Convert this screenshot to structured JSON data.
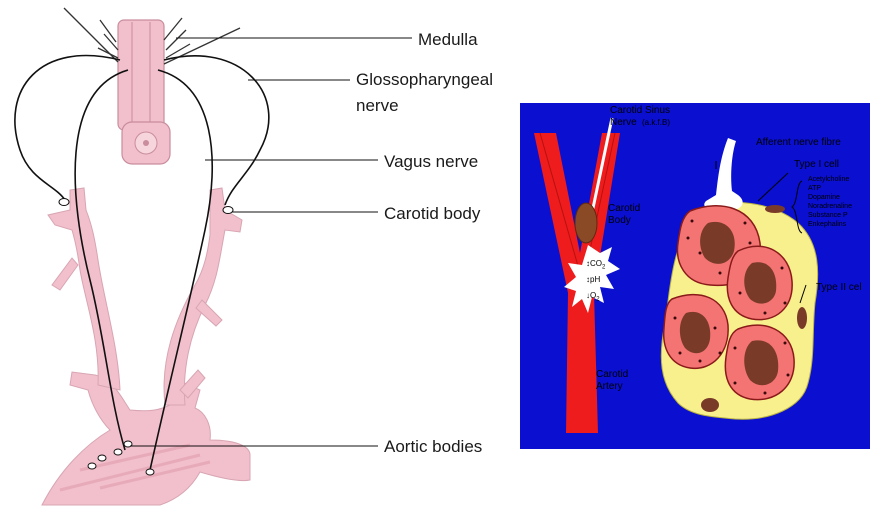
{
  "left_diagram": {
    "labels": {
      "medulla": "Medulla",
      "glosso_line1": "Glossopharyngeal",
      "glosso_line2": "nerve",
      "vagus": "Vagus nerve",
      "carotid_body": "Carotid body",
      "aortic_bodies": "Aortic bodies"
    }
  },
  "right_diagram": {
    "background_color": "#0a0fd0",
    "labels": {
      "sinus_line1": "Carotid Sinus",
      "sinus_line2": "Nerve",
      "sinus_suffix": "(a.k.f.B)",
      "carotid_body_line1": "Carotid",
      "carotid_body_line2": "Body",
      "co2": "CO",
      "co2_sub": "2",
      "ph": "pH",
      "o2": "O",
      "o2_sub": "2",
      "artery_line1": "Carotid",
      "artery_line2": "Artery",
      "afferent": "Afferent nerve fibre",
      "type1": "Type  I  cell",
      "type2": "Type  II  cel",
      "transmitters": [
        "Acetylcholine",
        "ATP",
        "Dopamine",
        "Noradrenaline",
        "Substance  P",
        "Enkephalins"
      ]
    }
  }
}
